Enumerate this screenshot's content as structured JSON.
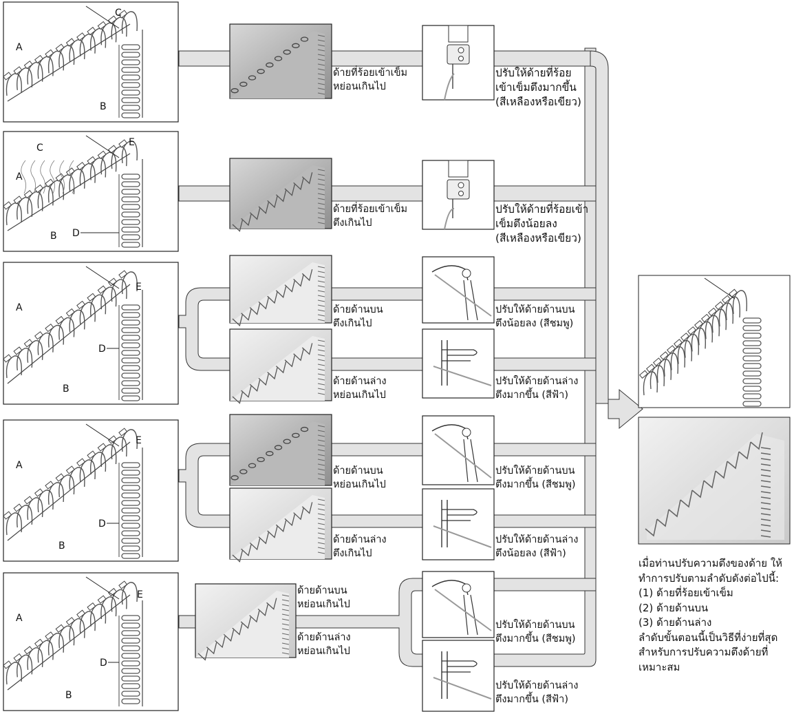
{
  "seam_labels": {
    "A": "A",
    "B": "B",
    "C": "C",
    "D": "D",
    "E": "E"
  },
  "rows": [
    {
      "problem": "ด้ายที่ร้อยเข้าเข็ม\nหย่อนเกินไป",
      "solution": "ปรับให้ด้ายที่ร้อย\nเข้าเข็มตึงมากขึ้น\n(สีเหลืองหรือเขียว)"
    },
    {
      "problem": "ด้ายที่ร้อยเข้าเข็ม\nตึงเกินไป",
      "solution": "ปรับให้ด้ายที่ร้อยเข้า\nเข็มตึงน้อยลง\n(สีเหลืองหรือเขียว)"
    },
    {
      "problem_upper": "ด้ายด้านบน\nตึงเกินไป",
      "solution_upper": "ปรับให้ด้ายด้านบน\nตึงน้อยลง (สีชมพู)",
      "problem_lower": "ด้ายด้านล่าง\nหย่อนเกินไป",
      "solution_lower": "ปรับให้ด้ายด้านล่าง\nตึงมากขึ้น (สีฟ้า)"
    },
    {
      "problem_upper": "ด้ายด้านบน\nหย่อนเกินไป",
      "solution_upper": "ปรับให้ด้ายด้านบน\nตึงมากขึ้น (สีชมพู)",
      "problem_lower": "ด้ายด้านล่าง\nตึงเกินไป",
      "solution_lower": "ปรับให้ด้ายด้านล่าง\nตึงน้อยลง (สีฟ้า)"
    },
    {
      "problem_upper": "ด้ายด้านบน\nหย่อนเกินไป",
      "solution_upper": "ปรับให้ด้ายด้านบน\nตึงมากขึ้น (สีชมพู)",
      "problem_lower": "ด้ายด้านล่าง\nหย่อนเกินไป",
      "solution_lower": "ปรับให้ด้ายด้านล่าง\nตึงมากขึ้น (สีฟ้า)"
    }
  ],
  "note": "เมื่อท่านปรับความตึงของด้าย ให้\nทำการปรับตามลำดับดังต่อไปนี้:\n(1) ด้ายที่ร้อยเข้าเข็ม\n(2) ด้ายด้านบน\n(3) ด้ายด้านล่าง\nลำดับขั้นตอนนี้เป็นวิธีที่ง่ายที่สุด\nสำหรับการปรับความตึงด้ายที่\nเหมาะสม"
}
